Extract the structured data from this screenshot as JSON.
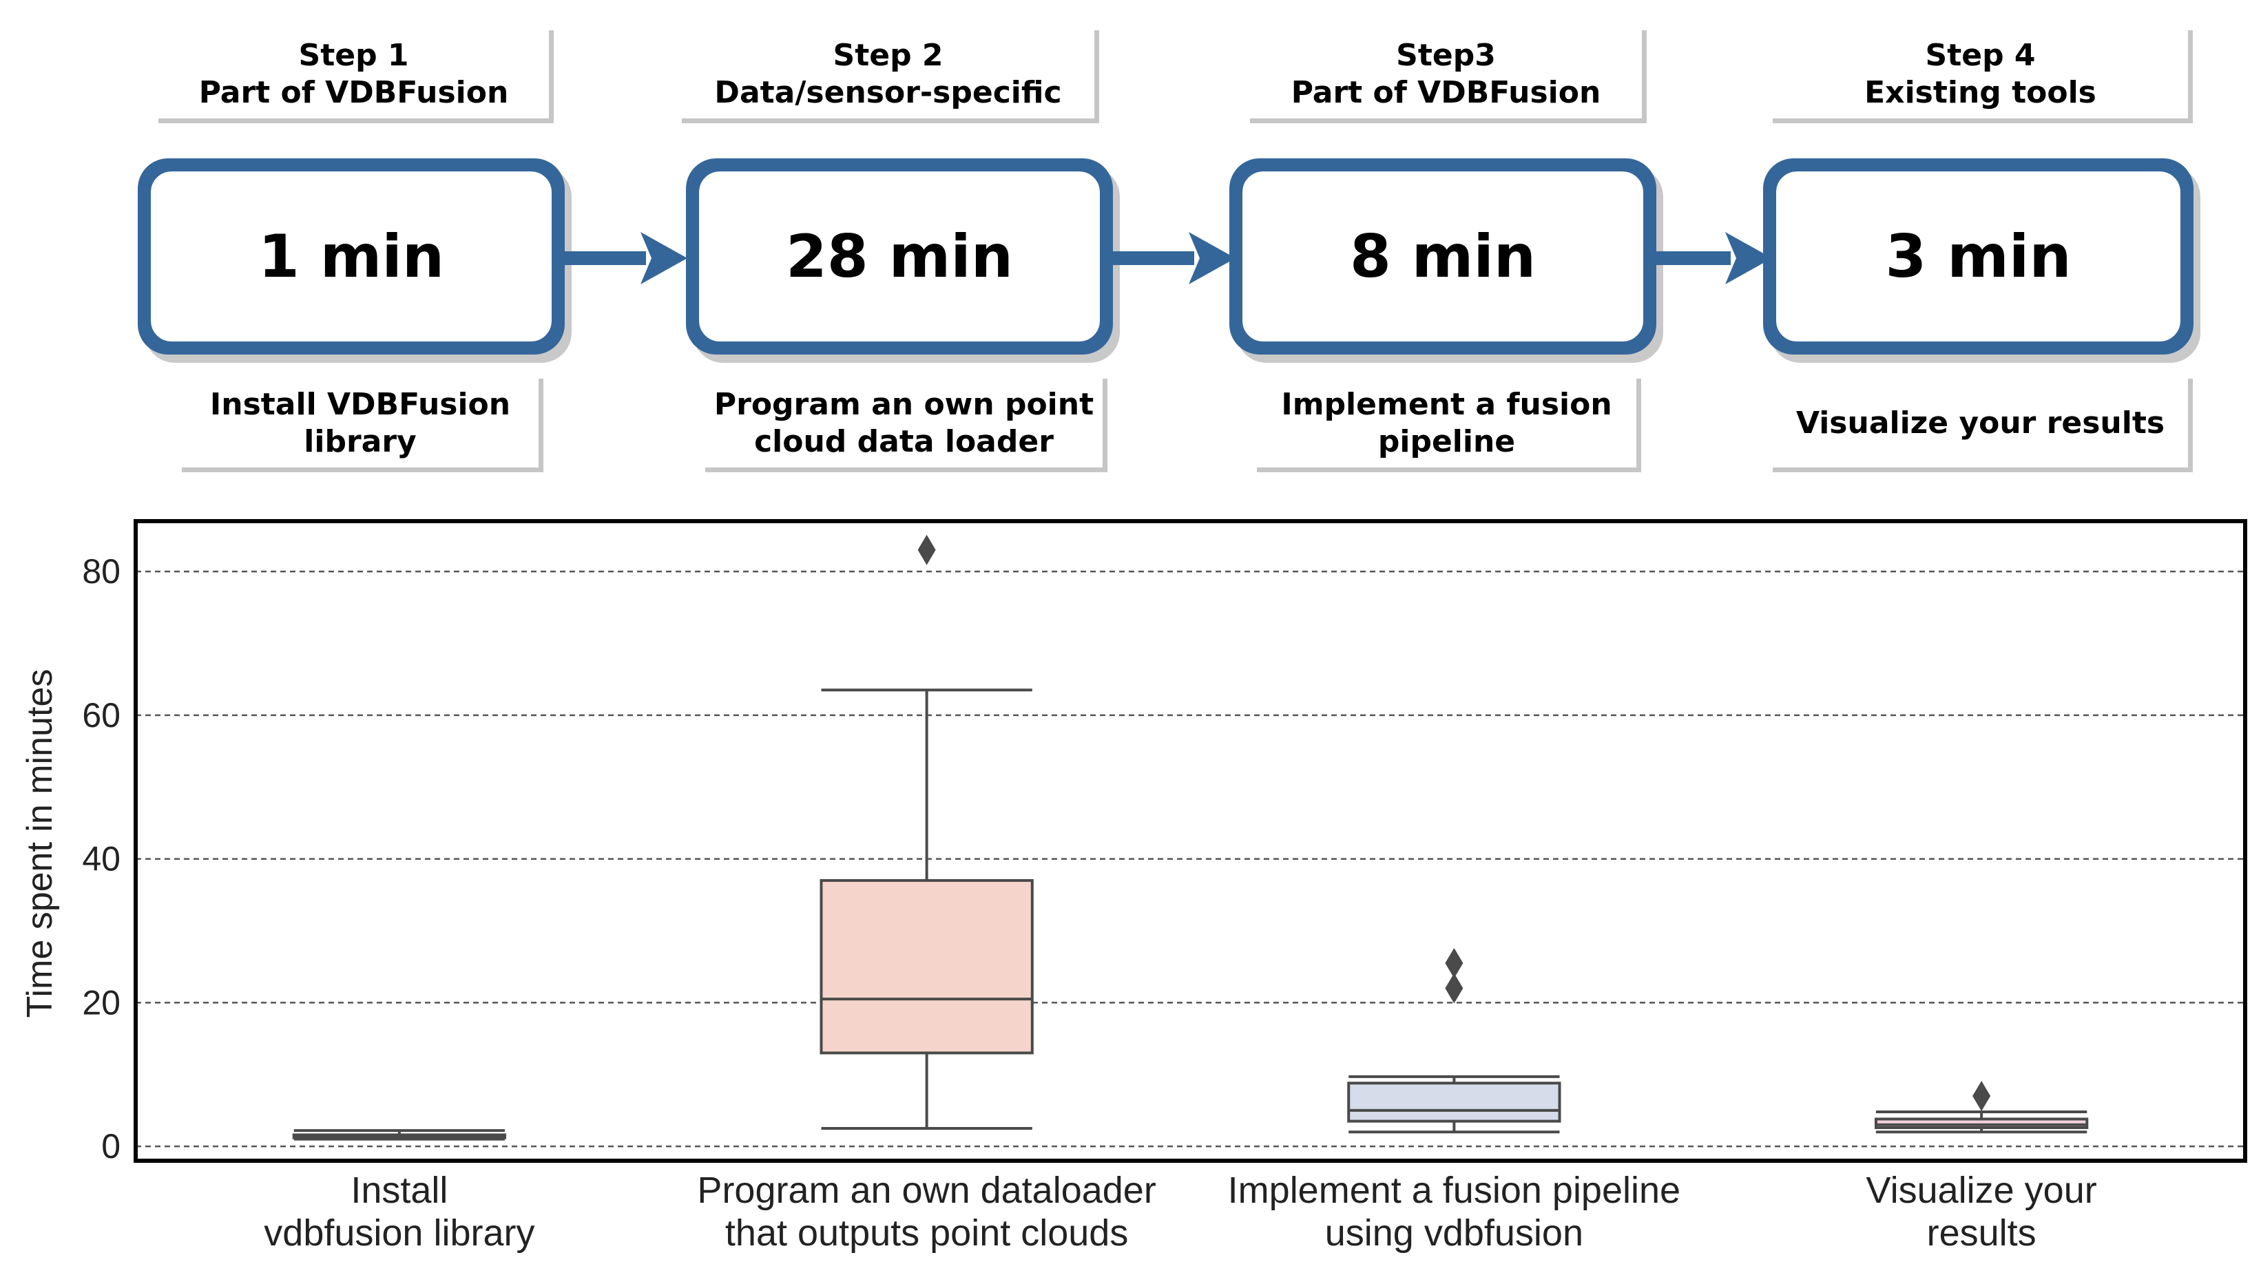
{
  "flow": {
    "steps": [
      {
        "step": "Step 1",
        "scope": "Part of VDBFusion",
        "time": "1 min",
        "task_line1": "Install VDBFusion",
        "task_line2": "library"
      },
      {
        "step": "Step 2",
        "scope": "Data/sensor-specific",
        "time": "28 min",
        "task_line1": "Program an own point",
        "task_line2": "cloud data loader"
      },
      {
        "step": "Step3",
        "scope": "Part of VDBFusion",
        "time": "8 min",
        "task_line1": "Implement a fusion",
        "task_line2": "pipeline"
      },
      {
        "step": "Step 4",
        "scope": "Existing tools",
        "time": "3 min",
        "task_line1": "Visualize your results",
        "task_line2": ""
      }
    ],
    "colors": {
      "box": "#35669a",
      "arrow": "#35669a",
      "shadow": "#c6c6c6"
    }
  },
  "chart_data": {
    "type": "box",
    "ylabel": "Time spent in minutes",
    "ylim": [
      -2,
      87
    ],
    "yticks": [
      0,
      20,
      40,
      60,
      80
    ],
    "grid": "horizontal dashed",
    "categories": [
      {
        "line1": "Install",
        "line2": "vdbfusion library"
      },
      {
        "line1": "Program an own dataloader",
        "line2": "that outputs point clouds"
      },
      {
        "line1": "Implement a fusion pipeline",
        "line2": "using vdbfusion"
      },
      {
        "line1": "Visualize your",
        "line2": "results"
      }
    ],
    "boxes": [
      {
        "whislo": 1.0,
        "q1": 1.2,
        "med": 1.4,
        "q3": 1.6,
        "whishi": 2.2,
        "fliers": [],
        "color": "#dcdcdc"
      },
      {
        "whislo": 2.5,
        "q1": 13.0,
        "med": 20.5,
        "q3": 37.0,
        "whishi": 63.5,
        "fliers": [
          83.0
        ],
        "color": "#f5d5cb"
      },
      {
        "whislo": 2.0,
        "q1": 3.5,
        "med": 5.0,
        "q3": 8.8,
        "whishi": 9.7,
        "fliers": [
          22.0,
          25.5
        ],
        "color": "#d6dce9"
      },
      {
        "whislo": 2.0,
        "q1": 2.6,
        "med": 3.0,
        "q3": 3.8,
        "whishi": 4.8,
        "fliers": [
          7.0
        ],
        "color": "#f3d1dd"
      }
    ]
  }
}
